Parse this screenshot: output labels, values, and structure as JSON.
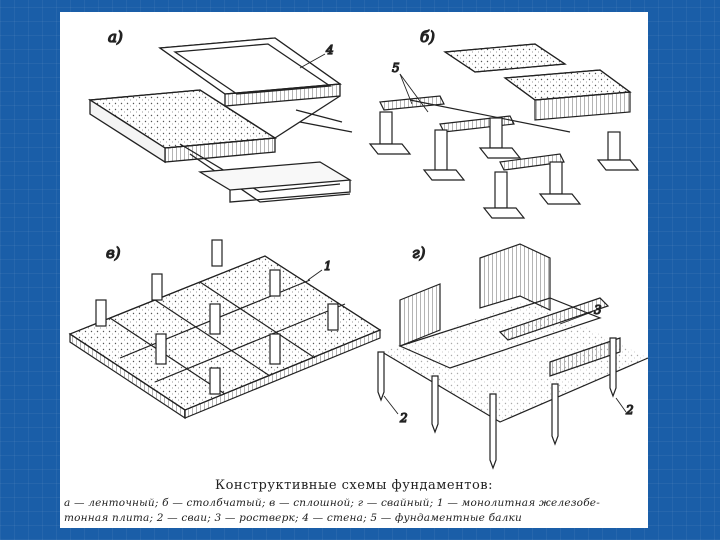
{
  "panels": {
    "a": {
      "label": "а)",
      "callout": "4"
    },
    "b": {
      "label": "б)",
      "callout": "5"
    },
    "v": {
      "label": "в)",
      "callout": "1"
    },
    "g": {
      "label": "г)",
      "callout_3": "3",
      "callout_2_left": "2",
      "callout_2_right": "2"
    }
  },
  "caption": {
    "title": "Конструктивные схемы фундаментов:",
    "line1": "а — ленточный;   б — столбчатый;   в — сплошной;   г — свайный;   1 — монолитная  железобе-",
    "line2": "тонная плита;   2 — сваи;   3 — ростверк;   4 — стена;   5 — фундаментные балки"
  },
  "colors": {
    "background": "#1a5ea8",
    "paper": "#ffffff",
    "ink": "#222222"
  }
}
